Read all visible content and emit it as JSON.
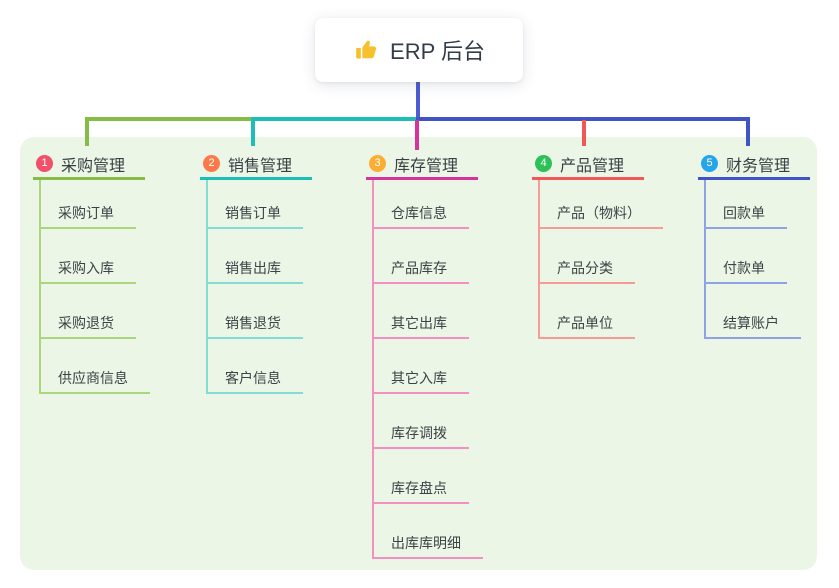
{
  "root": {
    "label": "ERP 后台",
    "icon": "thumbs-up-icon",
    "icon_color": "#f6c02e",
    "box_color": "#ffffff",
    "text_color": "#333c49"
  },
  "connector_colors": {
    "root_drop": "#4c5cd4"
  },
  "background": {
    "page": "#ffffff",
    "panel": "#ecf6e6"
  },
  "branches": [
    {
      "number": "1",
      "title": "采购管理",
      "colors": {
        "badge": "#f05168",
        "line": "#84bc45",
        "child": "#aad67c"
      },
      "children": [
        "采购订单",
        "采购入库",
        "采购退货",
        "供应商信息"
      ]
    },
    {
      "number": "2",
      "title": "销售管理",
      "colors": {
        "badge": "#fc7a4a",
        "line": "#1dbdb8",
        "child": "#83dcd4"
      },
      "children": [
        "销售订单",
        "销售出库",
        "销售退货",
        "客户信息"
      ]
    },
    {
      "number": "3",
      "title": "库存管理",
      "colors": {
        "badge": "#fbae33",
        "line": "#d6349b",
        "child": "#f48fc4"
      },
      "children": [
        "仓库信息",
        "产品库存",
        "其它出库",
        "其它入库",
        "库存调拨",
        "库存盘点",
        "出库库明细"
      ]
    },
    {
      "number": "4",
      "title": "产品管理",
      "colors": {
        "badge": "#2dc258",
        "line": "#f25757",
        "child": "#f79b97"
      },
      "children": [
        "产品（物料）",
        "产品分类",
        "产品单位"
      ]
    },
    {
      "number": "5",
      "title": "财务管理",
      "colors": {
        "badge": "#27a5ea",
        "line": "#4154c6",
        "child": "#8fa2e6"
      },
      "children": [
        "回款单",
        "付款单",
        "结算账户"
      ]
    }
  ]
}
